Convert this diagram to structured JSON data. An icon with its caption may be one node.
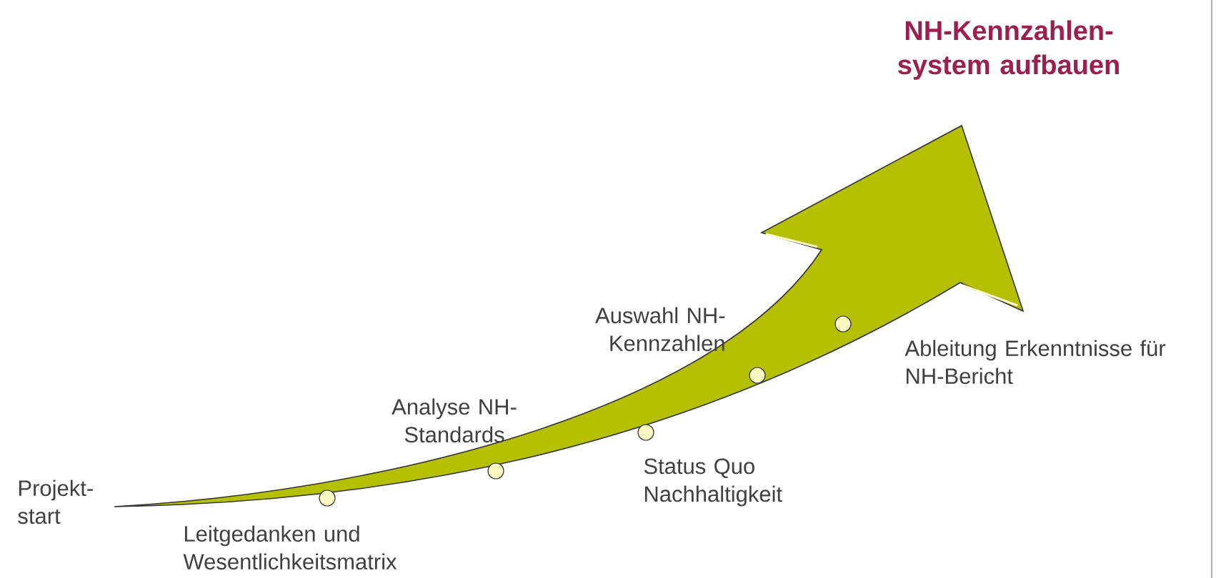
{
  "diagram": {
    "title": "NH-Kennzahlen- system aufbauen",
    "labels": [
      "Projekt- start",
      "Leitgedanken und Wesentlichkeitsmatrix",
      "Analyse NH-Standards",
      "Status Quo Nachhaltigkeit",
      "Auswahl NH- Kennzahlen",
      "Ableitung Erkenntnisse für NH-Bericht"
    ]
  }
}
